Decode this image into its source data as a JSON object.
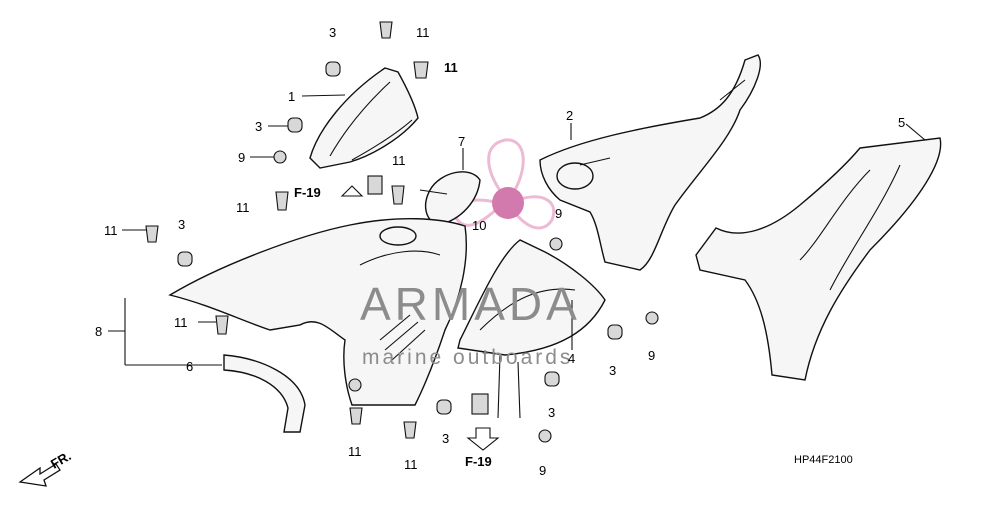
{
  "diagram": {
    "code": "HP44F2100",
    "front_label": "FR.",
    "ref_labels": [
      "F-19",
      "F-19"
    ],
    "part_numbers": {
      "n1": "1",
      "n2": "2",
      "n4": "4",
      "n5": "5",
      "n6": "6",
      "n7": "7",
      "n8": "8",
      "n10": "10",
      "n3a": "3",
      "n3b": "3",
      "n3c": "3",
      "n3d": "3",
      "n3e": "3",
      "n3f": "3",
      "n9a": "9",
      "n9b": "9",
      "n9c": "9",
      "n9d": "9",
      "n11a": "11",
      "n11b": "11",
      "n11c": "11",
      "n11d": "11",
      "n11e": "11",
      "n11f": "11",
      "n11g": "11",
      "n11h": "11"
    }
  },
  "watermark": {
    "brand": "ARMADA",
    "tagline": "marine outboards",
    "accent_color": "#e8a4c8",
    "accent_dark": "#c44d93"
  }
}
